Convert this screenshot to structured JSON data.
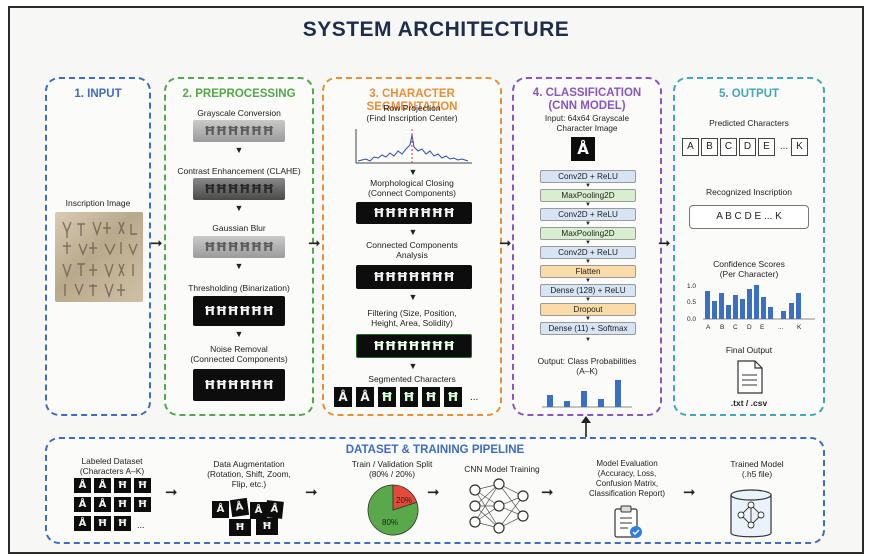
{
  "title": "SYSTEM ARCHITECTURE",
  "colors": {
    "input": "#3c6cc4",
    "preprocessing": "#52a84a",
    "segmentation": "#ea8f35",
    "classification": "#8a55c2",
    "output": "#40a6b8",
    "pipeline": "#3c6cc4"
  },
  "input": {
    "heading": "1. INPUT",
    "label": "Inscription Image"
  },
  "preprocessing": {
    "heading": "2. PREPROCESSING",
    "steps": [
      "Grayscale Conversion",
      "Contrast Enhancement (CLAHE)",
      "Gaussian Blur",
      "Thresholding (Binarization)",
      "Noise Removal\n(Connected Components)"
    ]
  },
  "segmentation": {
    "heading": "3. CHARACTER SEGMENTATION",
    "row_projection": "Row Projection\n(Find Inscription Center)",
    "morph": "Morphological Closing\n(Connect Components)",
    "cc": "Connected Components\nAnalysis",
    "filtering": "Filtering (Size, Position,\nHeight, Area, Solidity)",
    "segmented": "Segmented Characters",
    "ellipsis": "..."
  },
  "classification": {
    "heading": "4. CLASSIFICATION\n(CNN MODEL)",
    "input_label": "Input: 64x64 Grayscale\nCharacter Image",
    "glyph": "Å",
    "layers": [
      "Conv2D + ReLU",
      "MaxPooling2D",
      "Conv2D + ReLU",
      "MaxPooling2D",
      "Conv2D + ReLU",
      "Flatten",
      "Dense (128) + ReLU",
      "Dropout",
      "Dense (11) + Softmax"
    ],
    "output_label": "Output: Class Probabilities\n(A–K)"
  },
  "output": {
    "heading": "5. OUTPUT",
    "predicted_label": "Predicted Characters",
    "predicted": [
      "A",
      "B",
      "C",
      "D",
      "E",
      "...",
      "K"
    ],
    "recognized_label": "Recognized Inscription",
    "recognized_text": "A B C D E ... K",
    "confidence_label": "Confidence Scores\n(Per Character)",
    "conf_ticks": [
      "1.0",
      "0.5",
      "0.0"
    ],
    "conf_xlabels": [
      "A",
      "B",
      "C",
      "D",
      "E",
      "...",
      "K"
    ],
    "final_label": "Final Output",
    "file_label": ".txt / .csv"
  },
  "pipeline": {
    "heading": "DATASET & TRAINING PIPELINE",
    "dataset": "Labeled Dataset\n(Characters A–K)",
    "dataset_ellipsis": "...",
    "augmentation": "Data Augmentation\n(Rotation, Shift, Zoom,\nFlip, etc.)",
    "split": "Train / Validation Split\n(80% / 20%)",
    "split_train": "80%",
    "split_val": "20%",
    "split_train_fraction": 0.8,
    "training": "CNN Model Training",
    "evaluation": "Model Evaluation\n(Accuracy, Loss,\nConfusion Matrix,\nClassification Report)",
    "trained": "Trained Model\n(.h5 file)"
  }
}
